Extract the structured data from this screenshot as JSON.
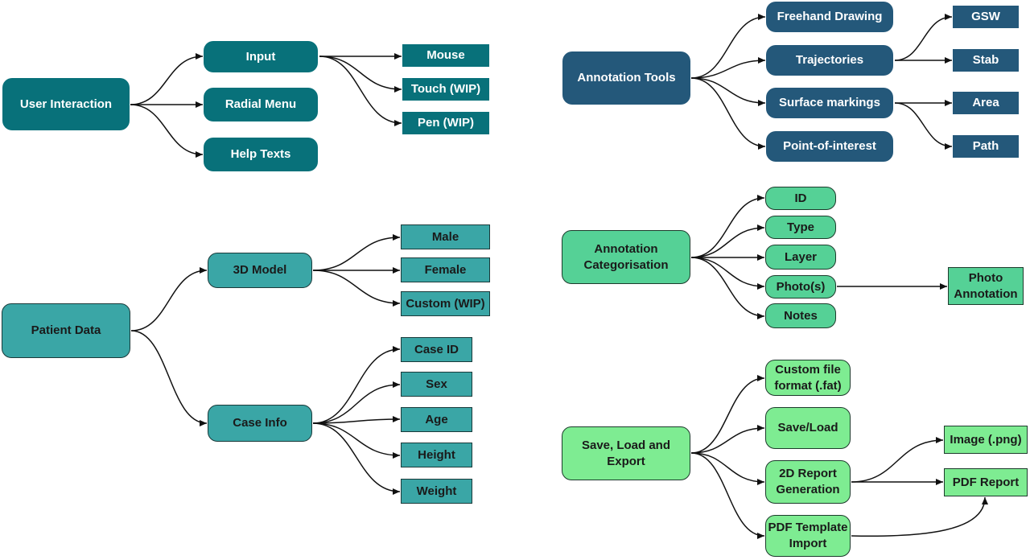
{
  "colors": {
    "user_interaction": "#08717a",
    "annotation_tools": "#24587a",
    "patient_data": "#3aa6a6",
    "annotation_categorisation": "#55d196",
    "save_load_export": "#7eec92",
    "connector": "#111111"
  },
  "user_interaction": {
    "root": "User Interaction",
    "input": "Input",
    "radial_menu": "Radial Menu",
    "help_texts": "Help Texts",
    "mouse": "Mouse",
    "touch": "Touch (WIP)",
    "pen": "Pen (WIP)"
  },
  "annotation_tools": {
    "root": "Annotation Tools",
    "freehand": "Freehand Drawing",
    "trajectories": "Trajectories",
    "surface": "Surface markings",
    "poi": "Point-of-interest",
    "gsw": "GSW",
    "stab": "Stab",
    "area": "Area",
    "path": "Path"
  },
  "patient_data": {
    "root": "Patient Data",
    "model": "3D Model",
    "case_info": "Case Info",
    "male": "Male",
    "female": "Female",
    "custom": "Custom (WIP)",
    "case_id": "Case ID",
    "sex": "Sex",
    "age": "Age",
    "height": "Height",
    "weight": "Weight"
  },
  "annotation_categorisation": {
    "root_line1": "Annotation",
    "root_line2": "Categorisation",
    "id": "ID",
    "type": "Type",
    "layer": "Layer",
    "photos": "Photo(s)",
    "notes": "Notes",
    "photo_annotation_line1": "Photo",
    "photo_annotation_line2": "Annotation"
  },
  "save_load_export": {
    "root_line1": "Save, Load and",
    "root_line2": "Export",
    "custom_file_line1": "Custom file",
    "custom_file_line2": "format (.fat)",
    "save_load": "Save/Load",
    "report_2d_line1": "2D Report",
    "report_2d_line2": "Generation",
    "pdf_template_line1": "PDF Template",
    "pdf_template_line2": "Import",
    "image_png": "Image (.png)",
    "pdf_report": "PDF Report"
  }
}
